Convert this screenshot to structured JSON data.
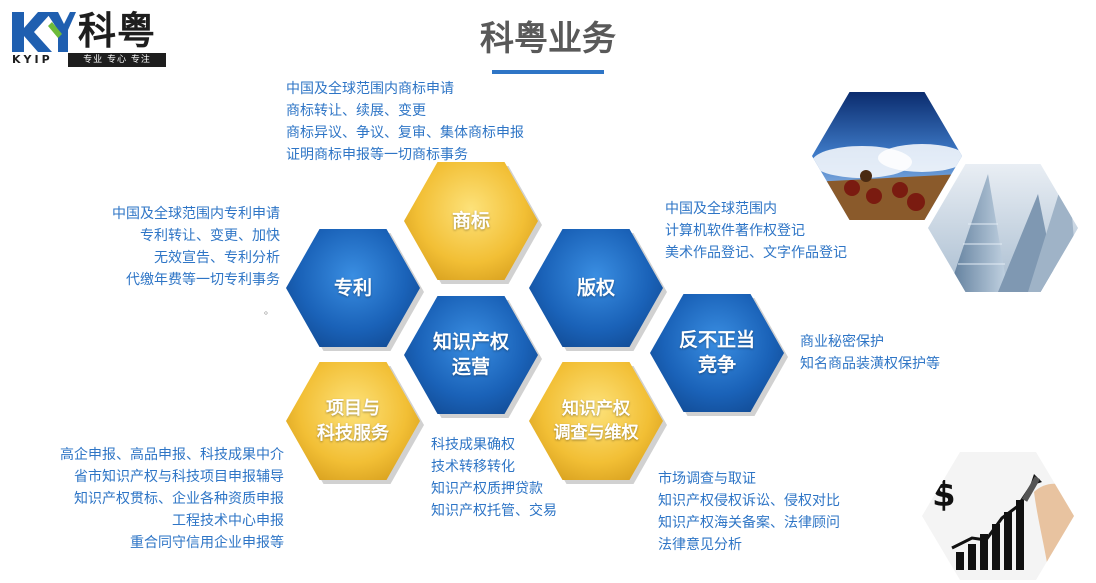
{
  "logo": {
    "brand_cn": "科粤",
    "brand_en": "KYIP",
    "tagline": "专业 专心 专注"
  },
  "title": "科粤业务",
  "hexagons": {
    "trademark": [
      "商标"
    ],
    "patent": [
      "专利"
    ],
    "copyright": [
      "版权"
    ],
    "ip_operation": [
      "知识产权",
      "运营"
    ],
    "unfair_competition": [
      "反不正当",
      "竞争"
    ],
    "project_services": [
      "项目与",
      "科技服务"
    ],
    "ip_investigation": [
      "知识产权",
      "调查与维权"
    ]
  },
  "texts": {
    "trademark": [
      "中国及全球范围内商标申请",
      "商标转让、续展、变更",
      "商标异议、争议、复审、集体商标申报",
      "证明商标申报等一切商标事务"
    ],
    "patent": [
      "中国及全球范围内专利申请",
      "专利转让、变更、加快",
      "无效宣告、专利分析",
      "代缴年费等一切专利事务"
    ],
    "copyright": [
      "中国及全球范围内",
      "计算机软件著作权登记",
      "美术作品登记、文字作品登记"
    ],
    "unfair_competition": [
      "商业秘密保护",
      "知名商品装潢权保护等"
    ],
    "project_services": [
      "高企申报、高品申报、科技成果中介",
      "省市知识产权与科技项目申报辅导",
      "知识产权贯标、企业各种资质申报",
      "工程技术中心申报",
      "重合同守信用企业申报等"
    ],
    "ip_operation": [
      "科技成果确权",
      "技术转移转化",
      "知识产权质押贷款",
      "知识产权托管、交易"
    ],
    "ip_investigation": [
      "市场调查与取证",
      "知识产权侵权诉讼、侵权对比",
      "知识产权海关备案、法律顾问",
      "法律意见分析"
    ]
  },
  "stray_mark": "。",
  "colors": {
    "accent_text": "#2e75c6",
    "hex_blue": "#1a62b8",
    "hex_gold": "#f2bf35",
    "title_gray": "#595959"
  },
  "icons": [
    "chess-photo-icon",
    "skyscraper-photo-icon",
    "growth-chart-drawing-icon"
  ]
}
